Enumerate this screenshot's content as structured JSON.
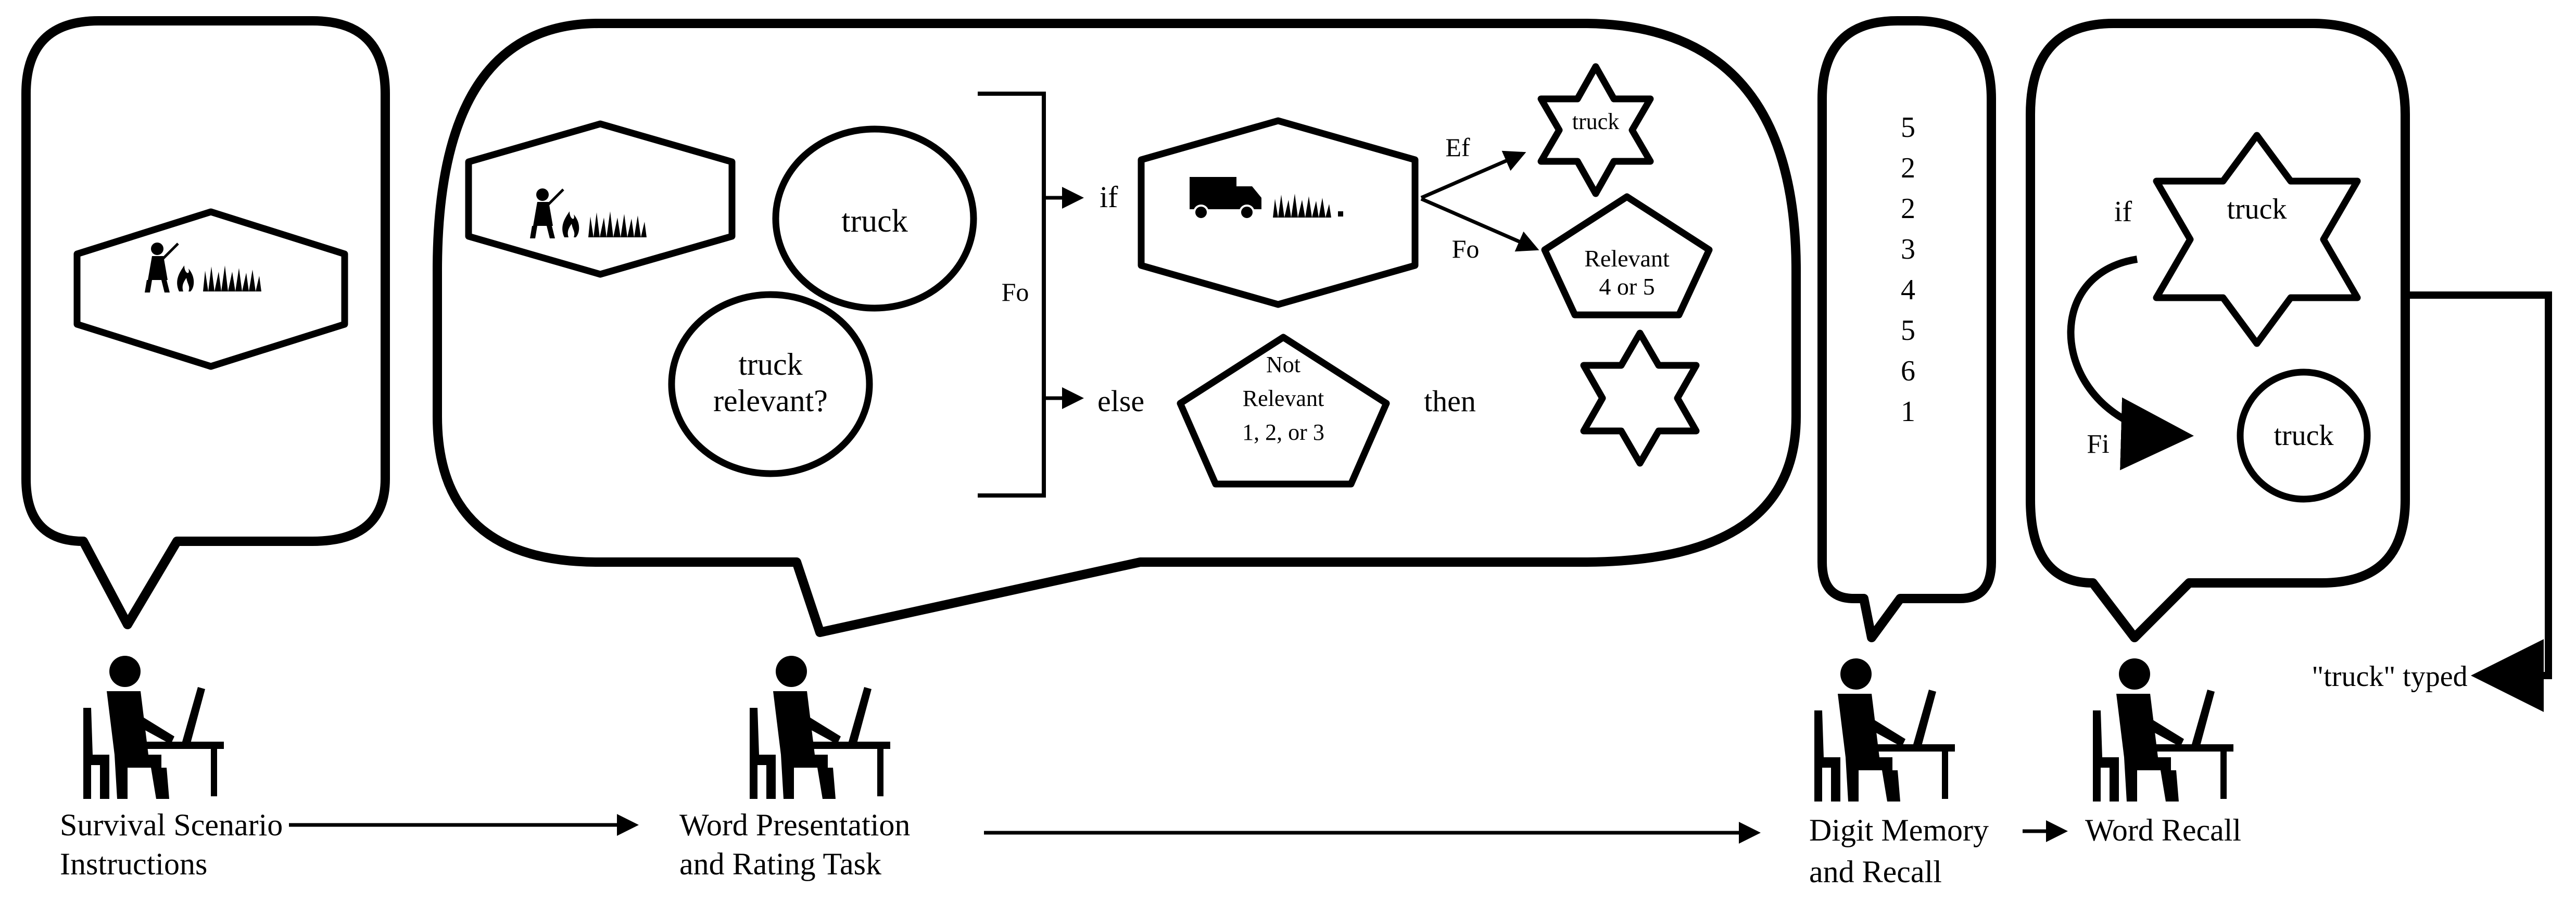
{
  "stages": [
    {
      "label_line1": "Survival Scenario",
      "label_line2": "Instructions"
    },
    {
      "label_line1": "Word Presentation",
      "label_line2": "and Rating Task"
    },
    {
      "label_line1": "Digit Memory",
      "label_line2": "and Recall"
    },
    {
      "label_line1": "Word Recall",
      "label_line2": ""
    }
  ],
  "rating": {
    "word": "truck",
    "question_line1": "truck",
    "question_line2": "relevant?",
    "if_label": "if",
    "else_label": "else",
    "then_label": "then",
    "fo_bracket_label": "Fo",
    "ef_label": "Ef",
    "fo_arrow_label": "Fo",
    "star_word": "truck",
    "relevant_line1": "Relevant",
    "relevant_line2": "4 or 5",
    "not_relevant_line1": "Not",
    "not_relevant_line2": "Relevant",
    "not_relevant_line3": "1, 2, or 3"
  },
  "digits": [
    "5",
    "2",
    "2",
    "3",
    "4",
    "5",
    "6",
    "1"
  ],
  "recall": {
    "if_label": "if",
    "star_word": "truck",
    "circle_word": "truck",
    "fi_label": "Fi",
    "typed_label": "\"truck\" typed"
  },
  "icons": [
    "survival-scene-icon",
    "truck-icon",
    "person-at-computer-icon",
    "star-icon",
    "hexagon-shape",
    "pentagon-shape"
  ],
  "colors": {
    "ink": "#000000",
    "background": "#ffffff"
  }
}
